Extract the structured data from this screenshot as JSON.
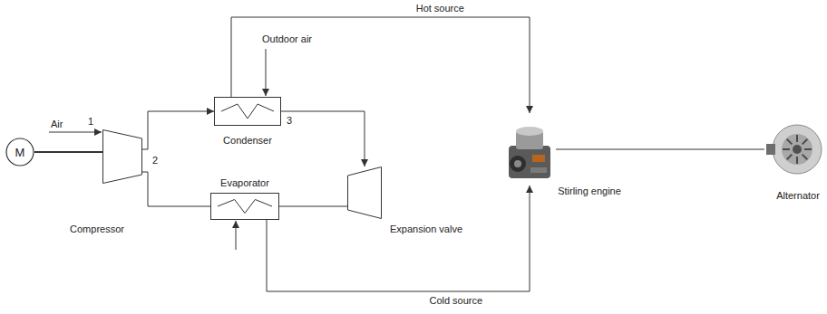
{
  "diagram": {
    "nodes": [
      {
        "text": [
          "M"
        ]
      },
      {
        "text": [
          "Compressor"
        ]
      },
      {
        "text": [
          "Condenser"
        ]
      },
      {
        "text": [
          "Expansion valve"
        ]
      },
      {
        "text": [
          "Evaporator"
        ]
      },
      {
        "text": [
          "Stirling engine"
        ]
      },
      {
        "text": [
          "Alternator"
        ]
      }
    ],
    "edges": [
      {
        "from": 0,
        "to": 1,
        "arrow": "none"
      },
      {
        "from": 1,
        "to": 2,
        "arrow": "to"
      },
      {
        "from": 2,
        "to": 3,
        "arrow": "to"
      },
      {
        "from": 3,
        "to": 4,
        "arrow": "none"
      },
      {
        "from": 4,
        "to": 1,
        "arrow": "none"
      },
      {
        "from": 2,
        "to": 5,
        "label": "Hot source",
        "arrow": "to"
      },
      {
        "from": 4,
        "to": 5,
        "label": "Cold source",
        "arrow": "to"
      },
      {
        "from": 5,
        "to": 6,
        "arrow": "none"
      }
    ],
    "labels": [
      "Air",
      "1",
      "2",
      "3",
      "Outdoor air"
    ]
  }
}
